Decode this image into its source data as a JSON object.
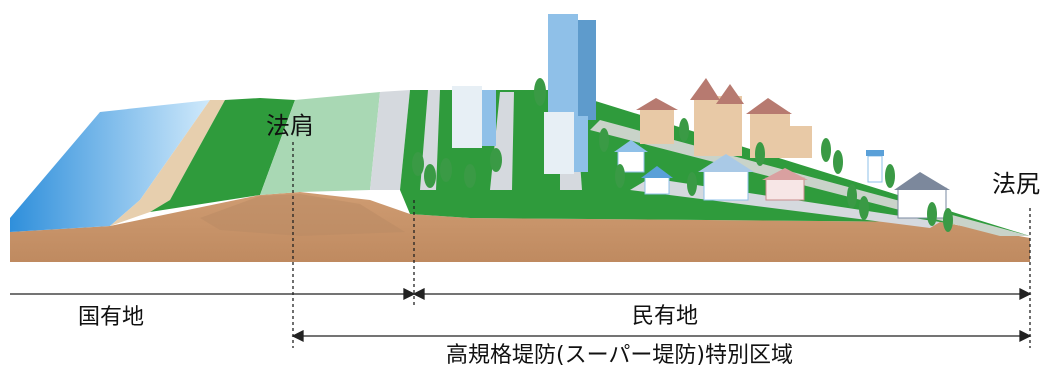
{
  "labels": {
    "slope_top": "法肩",
    "slope_bottom": "法尻",
    "national_land": "国有地",
    "private_land": "民有地",
    "special_zone": "高規格堤防(スーパー堤防)特別区域"
  },
  "colors": {
    "water": "#5ab3ea",
    "soil": "#c8956b",
    "soil_dark": "#b58660",
    "grass": "#2f9b3c",
    "grass_light": "#a9d8b4",
    "road": "#d5d9de",
    "building_blue": "#8fc0e8",
    "building_beige": "#e8c9a6",
    "roof_red": "#b77a70",
    "tree": "#3a9a45",
    "line": "#222222"
  }
}
